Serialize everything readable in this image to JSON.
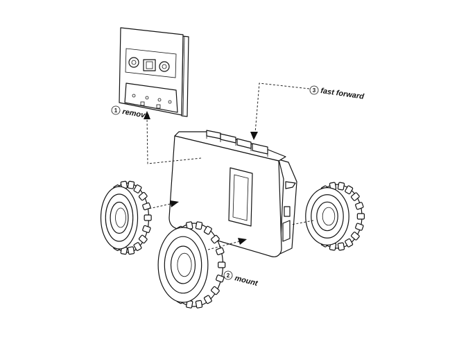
{
  "steps": [
    {
      "number": "1",
      "label": "remove"
    },
    {
      "number": "2",
      "label": "mount"
    },
    {
      "number": "3",
      "label": "fast forward"
    }
  ]
}
